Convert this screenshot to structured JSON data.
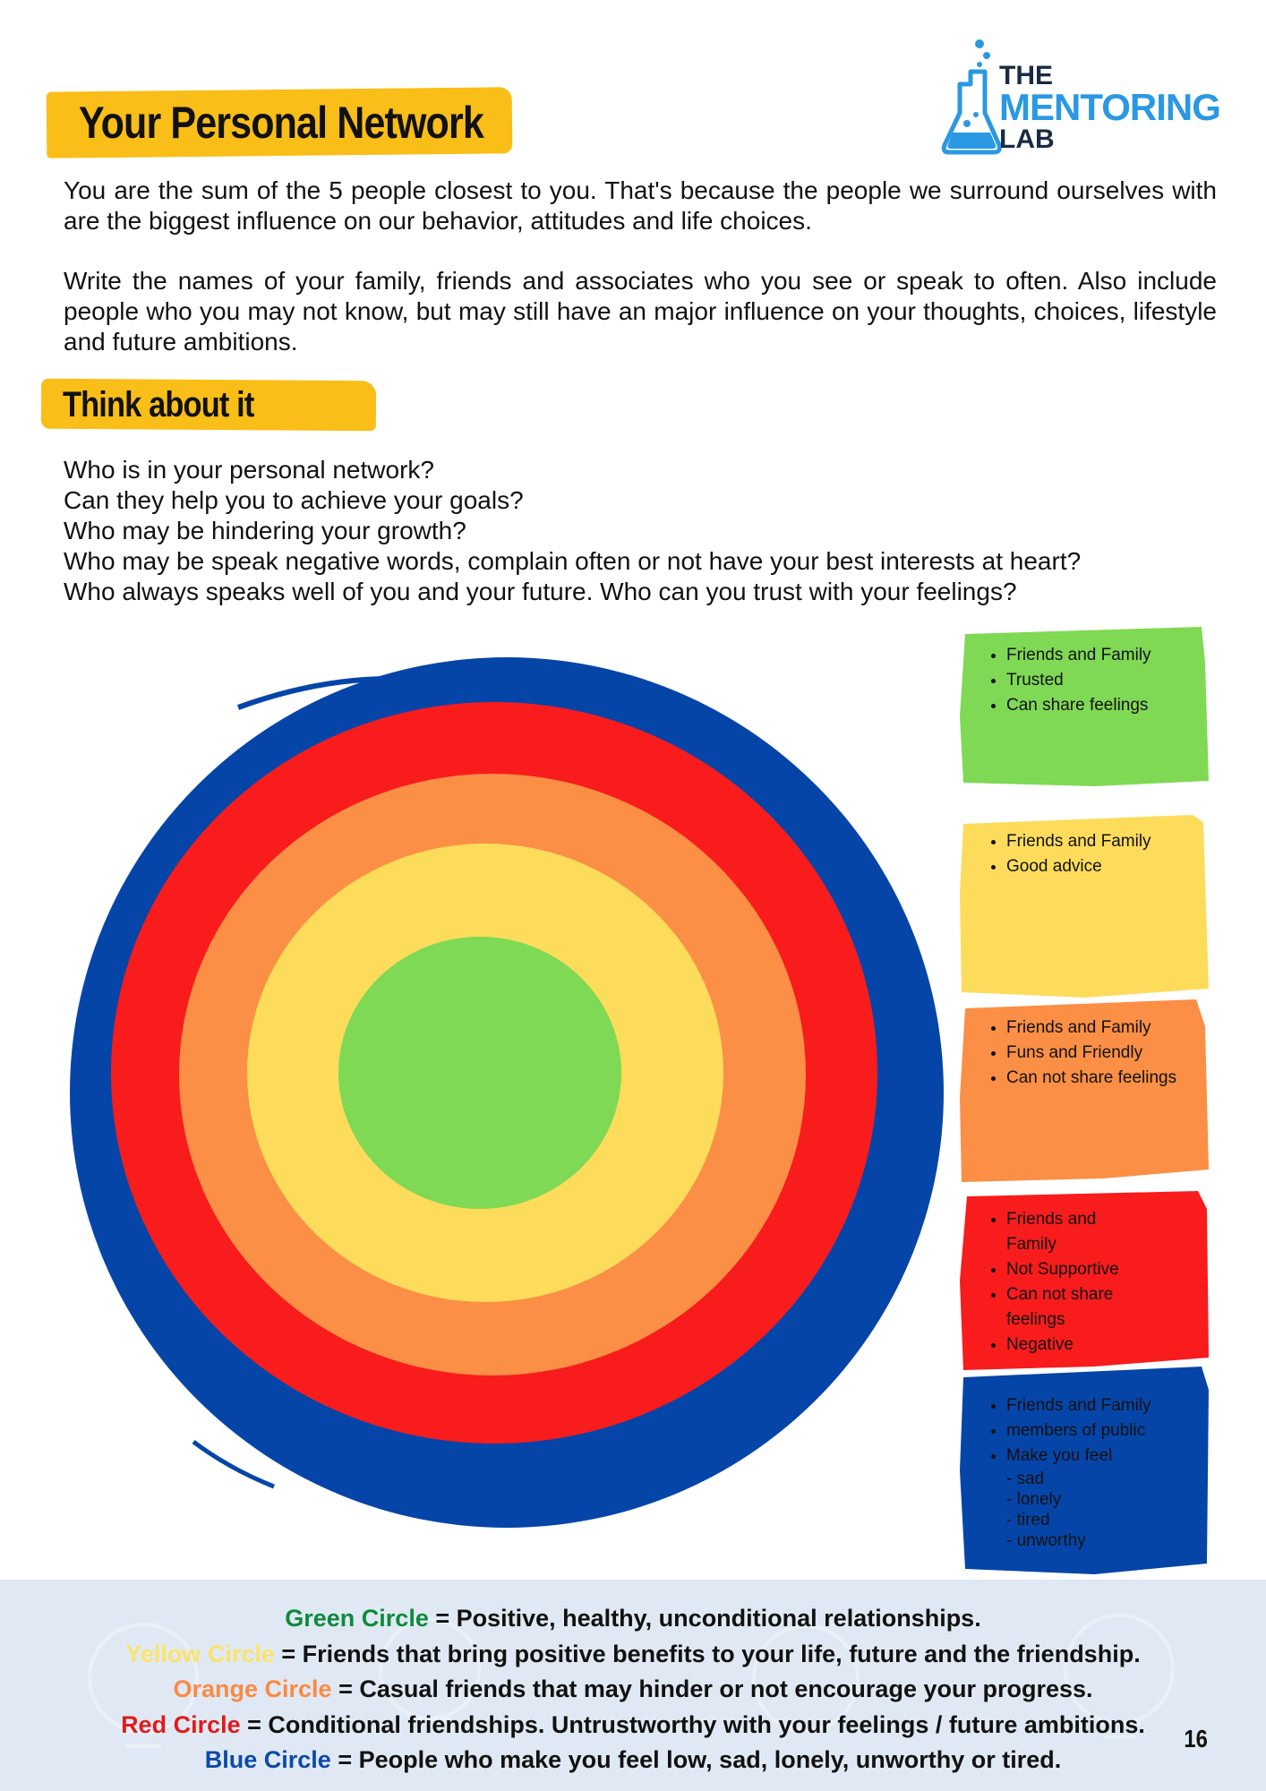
{
  "header": {
    "title": "Your Personal Network",
    "logo": {
      "line1": "THE",
      "line2": "MENTORING",
      "line3": "LAB"
    }
  },
  "intro": {
    "paragraph1": "You are the sum of the 5 people closest to you. That's because the people we surround ourselves with are the biggest influence on our behavior, attitudes and life choices.",
    "paragraph2": "Write the names of your family, friends and associates who you see or speak to often. Also include people who you may not know, but may still have an major influence on your thoughts, choices, lifestyle and future ambitions."
  },
  "think": {
    "heading": "Think about it",
    "questions": [
      "Who is in your personal network?",
      "Can they help you to achieve your goals?",
      "Who may be hindering your growth?",
      "Who may be speak negative words, complain often or not have your best interests at heart?",
      "Who always speaks well of you and your future. Who can you trust with your feelings?"
    ]
  },
  "circles": {
    "colors": {
      "green": "#7fd954",
      "yellow": "#fddc5c",
      "orange": "#fb8f45",
      "red": "#f81c1c",
      "blue": "#0645a8"
    }
  },
  "cards": {
    "green": [
      "Friends and Family",
      "Trusted",
      "Can share feelings"
    ],
    "yellow": [
      "Friends and Family",
      "Good advice"
    ],
    "orange": [
      "Friends and Family",
      "Funs and Friendly",
      "Can not share feelings"
    ],
    "red": [
      "Friends and Family",
      "Not Supportive",
      "Can not share feelings",
      "Negative"
    ],
    "blue": [
      "Friends and Family",
      "members of public",
      "Make you feel"
    ],
    "blue_sub": [
      "- sad",
      "- lonely",
      "- tired",
      "- unworthy"
    ]
  },
  "legend": {
    "green": {
      "label": "Green Circle",
      "text": " = Positive, healthy, unconditional relationships.",
      "color": "#0e8a3c"
    },
    "yellow": {
      "label": "Yellow Circle",
      "text": " = Friends that bring positive benefits to your life, future and the friendship.",
      "color": "#fbe36a"
    },
    "orange": {
      "label": "Orange Circle",
      "text": " = Casual friends that may hinder or not encourage your progress.",
      "color": "#f98a45"
    },
    "red": {
      "label": "Red Circle",
      "text": " =  Conditional friendships. Untrustworthy with your feelings / future ambitions.",
      "color": "#e01b1b"
    },
    "blue": {
      "label": "Blue Circle",
      "text": " =  People who make you feel low, sad, lonely, unworthy or tired.",
      "color": "#0b4aa8"
    }
  },
  "page": {
    "number": "16"
  }
}
